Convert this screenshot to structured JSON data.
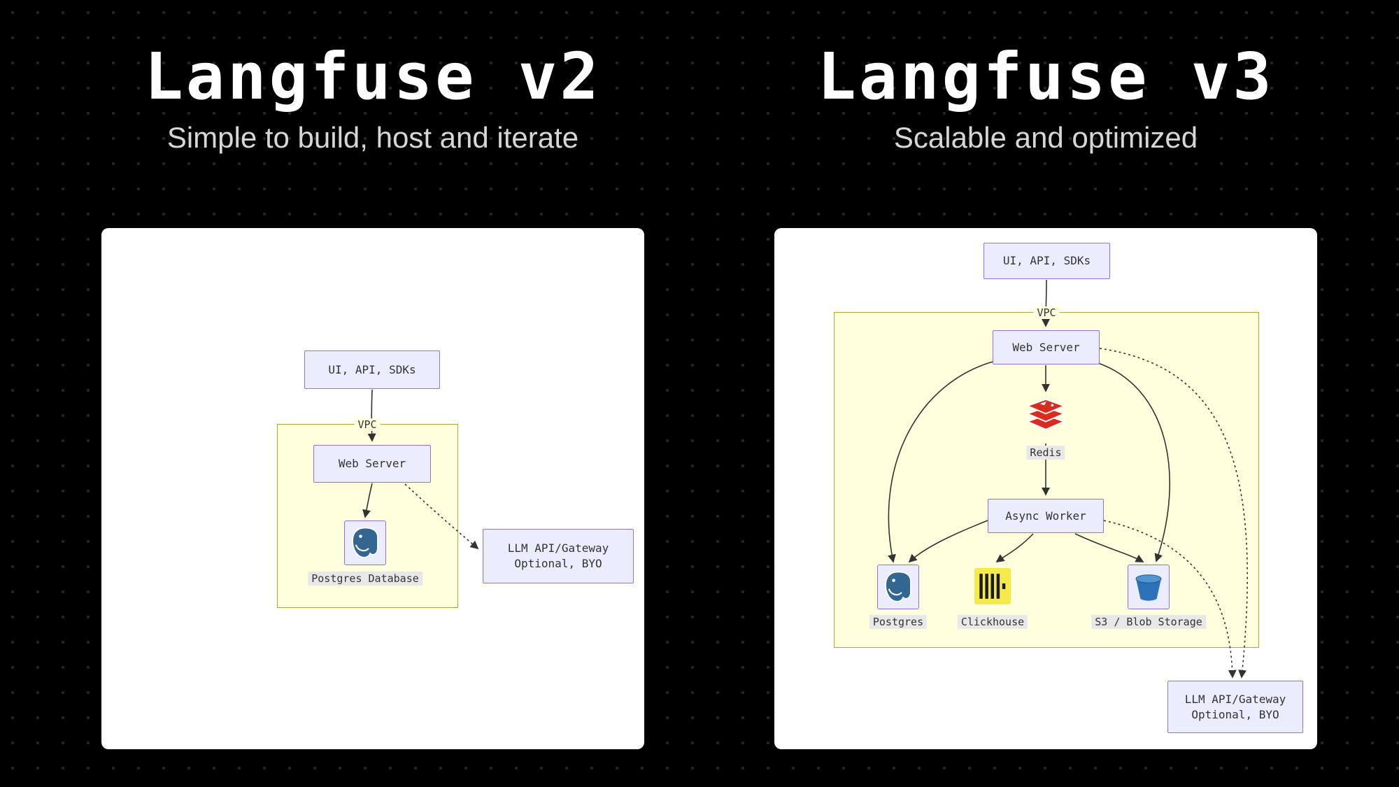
{
  "left": {
    "title": "Langfuse v2",
    "subtitle": "Simple to build, host and iterate",
    "diagram": {
      "ui": "UI, API, SDKs",
      "vpc": "VPC",
      "web_server": "Web Server",
      "postgres": "Postgres Database",
      "llm1": "LLM API/Gateway",
      "llm2": "Optional, BYO"
    }
  },
  "right": {
    "title": "Langfuse v3",
    "subtitle": "Scalable and optimized",
    "diagram": {
      "ui": "UI, API, SDKs",
      "vpc": "VPC",
      "web_server": "Web Server",
      "redis": "Redis",
      "async_worker": "Async Worker",
      "postgres": "Postgres",
      "clickhouse": "Clickhouse",
      "s3": "S3 / Blob Storage",
      "llm1": "LLM API/Gateway",
      "llm2": "Optional, BYO"
    }
  },
  "colors": {
    "node_fill": "#ECECFF",
    "node_border": "#9370DB",
    "cluster_fill": "#FFFFDE",
    "cluster_border": "#AAAA33",
    "arrow": "#333333",
    "card_bg": "#FFFFFF",
    "label_bg": "#E8E8E8",
    "title": "#FFFFFF",
    "subtitle": "#D6D6D6",
    "postgres_blue": "#336791",
    "redis_red": "#D82C20",
    "clickhouse_yellow": "#F6E94A",
    "s3_blue": "#2D72B8"
  }
}
